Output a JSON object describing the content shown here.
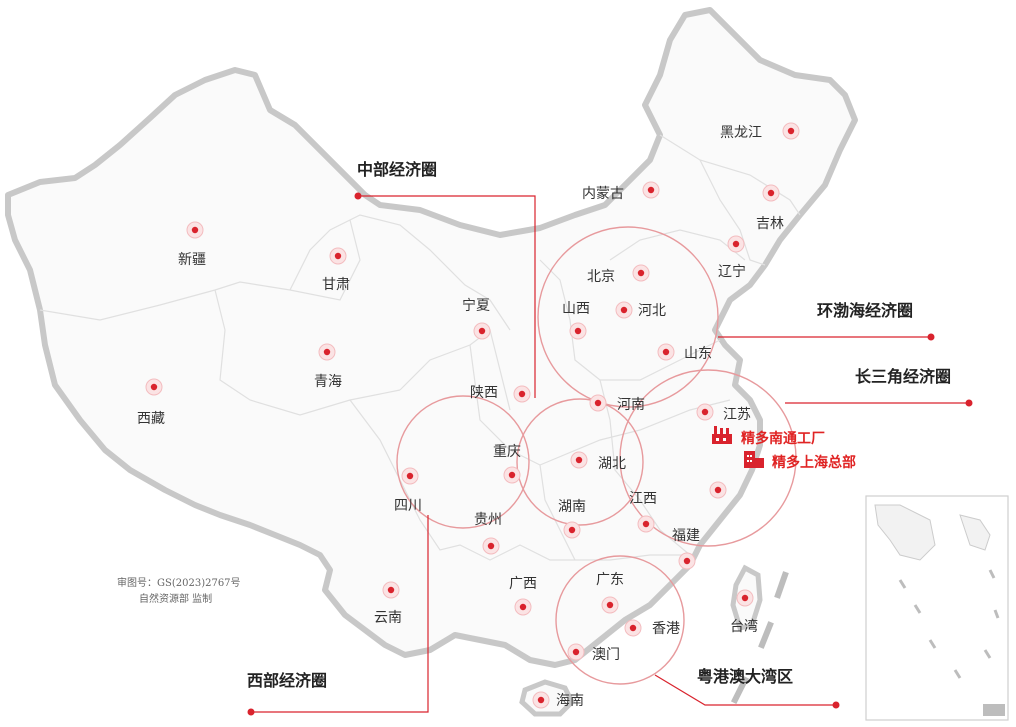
{
  "colors": {
    "accent": "#d9232d",
    "border": "#c8c8c8",
    "inner_border": "#e0e0e0",
    "text": "#333333"
  },
  "provinces": [
    {
      "key": "heilongjiang",
      "label": "黑龙江"
    },
    {
      "key": "neimenggu",
      "label": "内蒙古"
    },
    {
      "key": "jilin",
      "label": "吉林"
    },
    {
      "key": "liaoning",
      "label": "辽宁"
    },
    {
      "key": "xinjiang",
      "label": "新疆"
    },
    {
      "key": "gansu",
      "label": "甘肃"
    },
    {
      "key": "ningxia",
      "label": "宁夏"
    },
    {
      "key": "beijing",
      "label": "北京"
    },
    {
      "key": "shanxi",
      "label": "山西"
    },
    {
      "key": "hebei",
      "label": "河北"
    },
    {
      "key": "shandong",
      "label": "山东"
    },
    {
      "key": "qinghai",
      "label": "青海"
    },
    {
      "key": "xizang",
      "label": "西藏"
    },
    {
      "key": "shaanxi",
      "label": "陕西"
    },
    {
      "key": "henan",
      "label": "河南"
    },
    {
      "key": "jiangsu",
      "label": "江苏"
    },
    {
      "key": "chongqing",
      "label": "重庆"
    },
    {
      "key": "hubei",
      "label": "湖北"
    },
    {
      "key": "sichuan",
      "label": "四川"
    },
    {
      "key": "guizhou",
      "label": "贵州"
    },
    {
      "key": "hunan",
      "label": "湖南"
    },
    {
      "key": "jiangxi",
      "label": "江西"
    },
    {
      "key": "fujian",
      "label": "福建"
    },
    {
      "key": "yunnan",
      "label": "云南"
    },
    {
      "key": "guangxi",
      "label": "广西"
    },
    {
      "key": "guangdong",
      "label": "广东"
    },
    {
      "key": "xianggang",
      "label": "香港"
    },
    {
      "key": "aomen",
      "label": "澳门"
    },
    {
      "key": "taiwan",
      "label": "台湾"
    },
    {
      "key": "hainan",
      "label": "海南"
    }
  ],
  "zones": {
    "central": "中部经济圈",
    "bohai": "环渤海经济圈",
    "yangtze": "长三角经济圈",
    "west": "西部经济圈",
    "greater_bay": "粤港澳大湾区"
  },
  "facilities": {
    "factory": "精多南通工厂",
    "headquarters": "精多上海总部"
  },
  "approval": {
    "line1": "审图号：GS(2023)2767号",
    "line2": "自然资源部  监制"
  },
  "icons": [
    "location-dot-icon",
    "factory-icon",
    "office-building-icon"
  ]
}
